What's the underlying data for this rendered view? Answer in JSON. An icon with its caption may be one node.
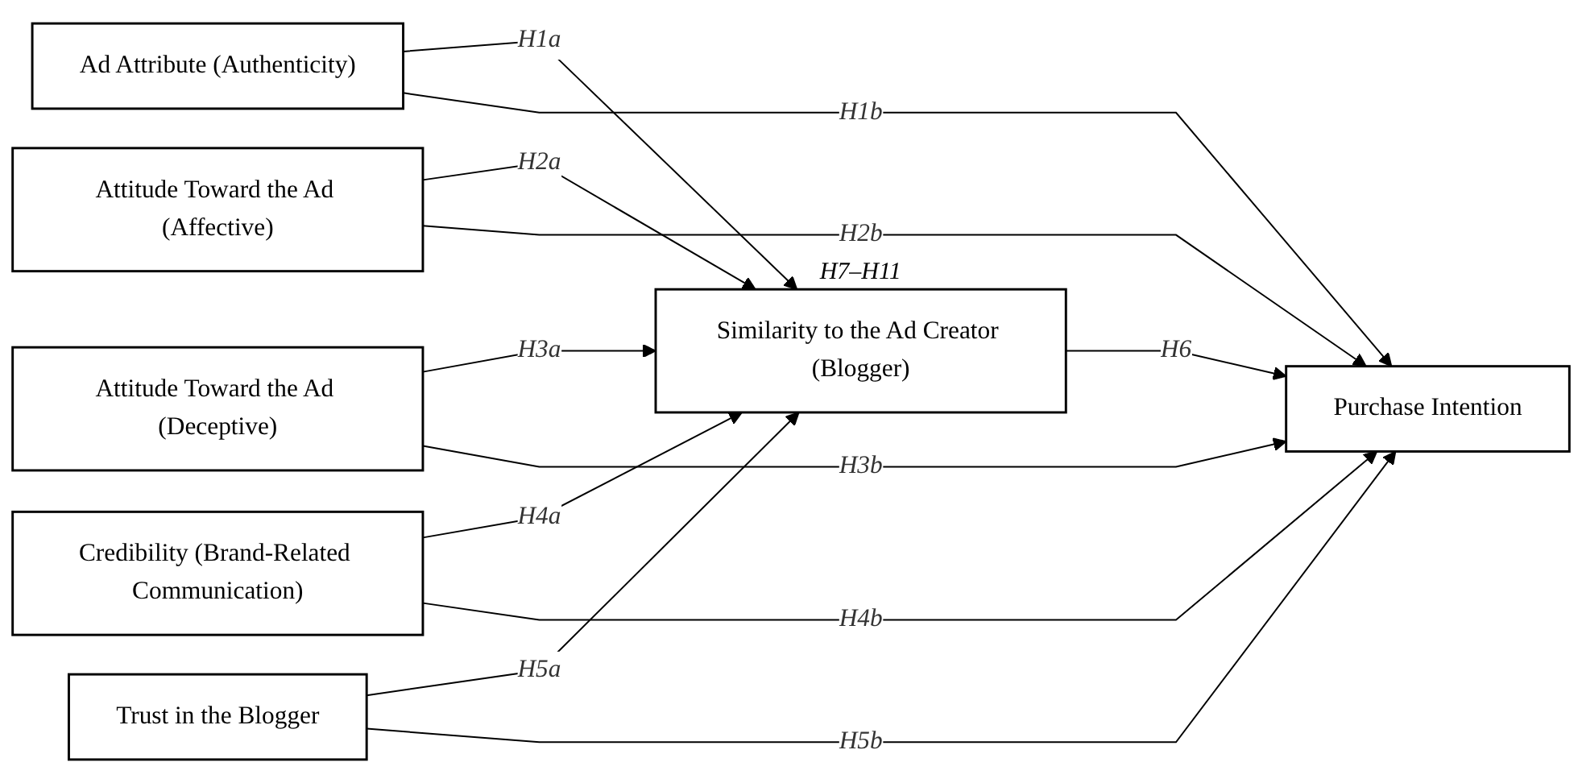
{
  "diagram": {
    "nodes": [
      {
        "text": [
          "Ad Attribute (Authenticity)"
        ]
      },
      {
        "text": [
          "Attitude Toward the Ad (Affective)"
        ]
      },
      {
        "text": [
          "Attitude Toward the Ad (Deceptive)"
        ]
      },
      {
        "text": [
          "Credibility (Brand-Related Communication)"
        ]
      },
      {
        "text": [
          "Trust in the Blogger"
        ]
      },
      {
        "text": [
          "Similarity to the Ad Creator (Blogger)"
        ],
        "beside": [
          "H7–H11"
        ]
      },
      {
        "text": [
          "Purchase Intention"
        ]
      }
    ],
    "edges": [
      {
        "from": 0,
        "to": 5,
        "arrow": "to",
        "label": "H1a"
      },
      {
        "from": 0,
        "to": 6,
        "arrow": "to",
        "label": "H1b"
      },
      {
        "from": 1,
        "to": 5,
        "arrow": "to",
        "label": "H2a"
      },
      {
        "from": 1,
        "to": 6,
        "arrow": "to",
        "label": "H2b"
      },
      {
        "from": 2,
        "to": 5,
        "arrow": "to",
        "label": "H3a"
      },
      {
        "from": 2,
        "to": 6,
        "arrow": "to",
        "label": "H3b"
      },
      {
        "from": 3,
        "to": 5,
        "arrow": "to",
        "label": "H4a"
      },
      {
        "from": 3,
        "to": 6,
        "arrow": "to",
        "label": "H4b"
      },
      {
        "from": 4,
        "to": 5,
        "arrow": "to",
        "label": "H5a"
      },
      {
        "from": 4,
        "to": 6,
        "arrow": "to",
        "label": "H5b"
      },
      {
        "from": 5,
        "to": 6,
        "arrow": "to",
        "label": "H6"
      }
    ]
  }
}
